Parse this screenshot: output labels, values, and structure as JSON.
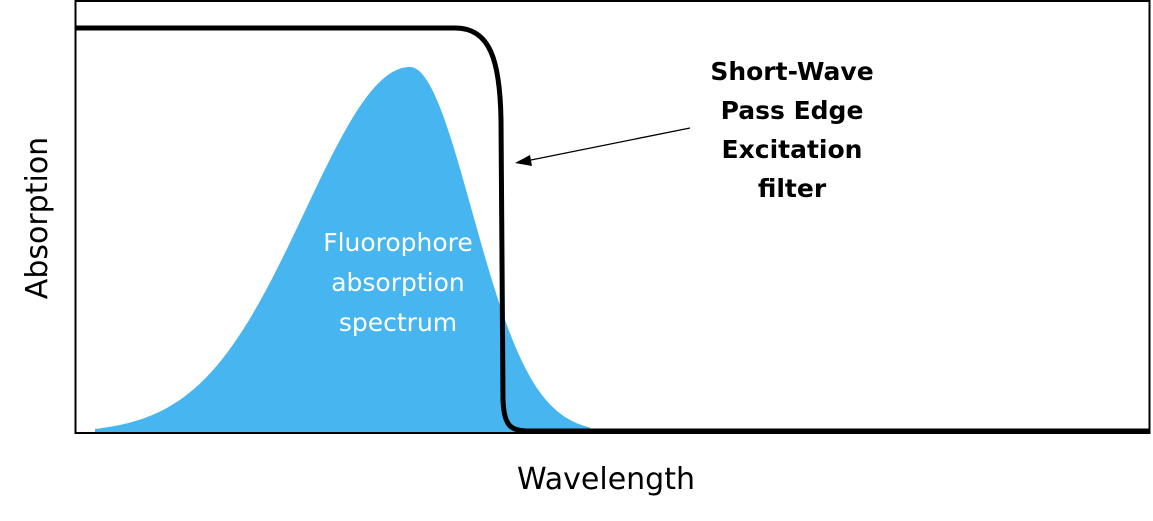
{
  "diagram": {
    "axis_x_label": "Wavelength",
    "axis_y_label": "Absorption",
    "spectrum_label": [
      "Fluorophore",
      "absorption",
      "spectrum"
    ],
    "filter_label": [
      "Short-Wave",
      "Pass Edge",
      "Excitation",
      "filter"
    ],
    "colors": {
      "spectrum_fill": "#47b5ef",
      "filter_line": "#000000",
      "frame": "#000000"
    }
  }
}
